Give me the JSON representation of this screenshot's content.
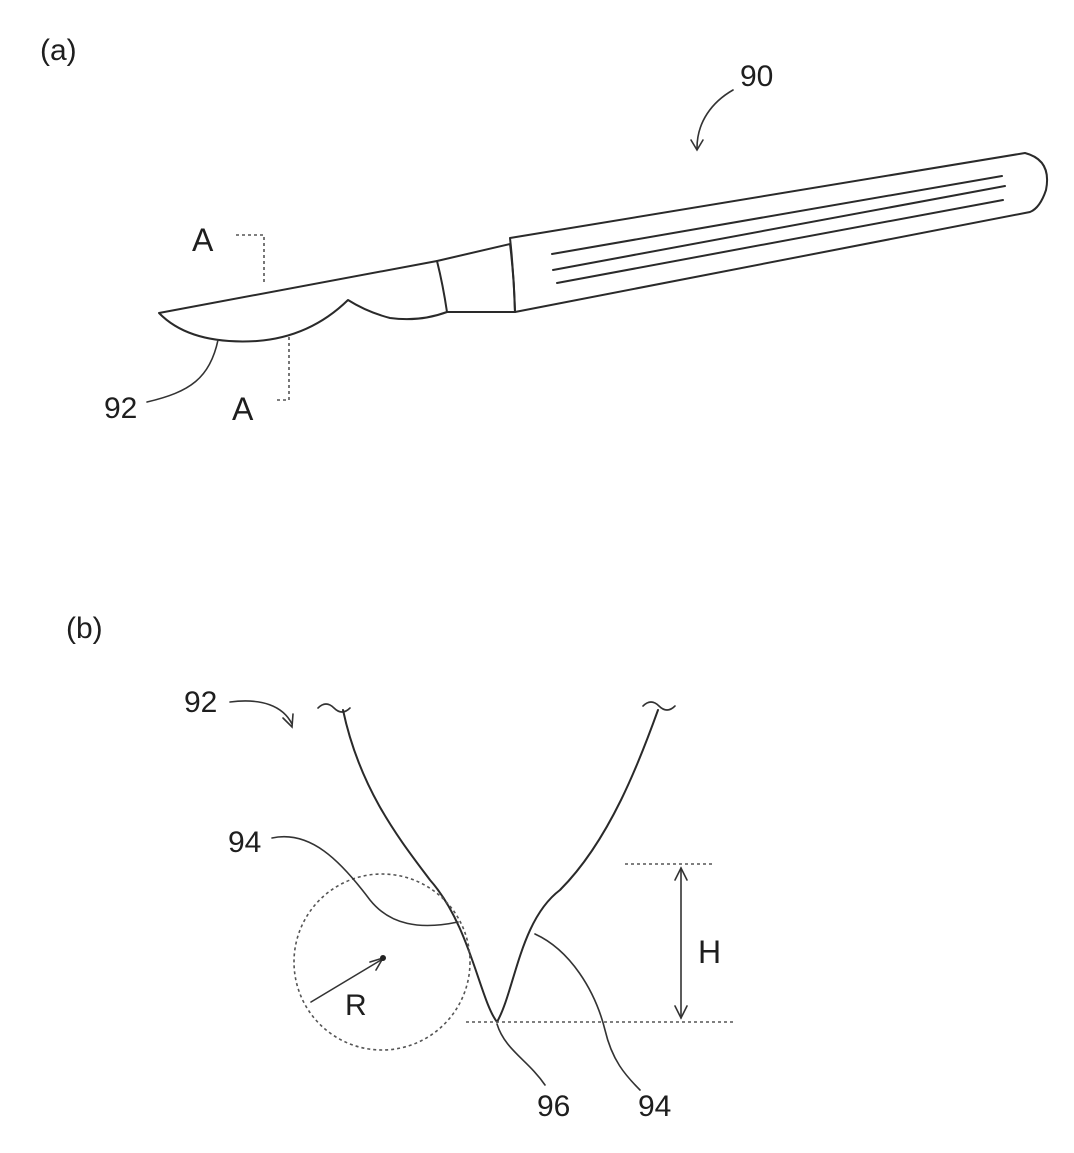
{
  "panel_a": {
    "label": "(a)",
    "ref_scalpel": "90",
    "ref_blade": "92",
    "section_top": "A",
    "section_bottom": "A"
  },
  "panel_b": {
    "label": "(b)",
    "ref_blade": "92",
    "ref_edge_left": "94",
    "ref_edge_right": "94",
    "ref_tip": "96",
    "dim_height": "H",
    "dim_radius": "R"
  }
}
